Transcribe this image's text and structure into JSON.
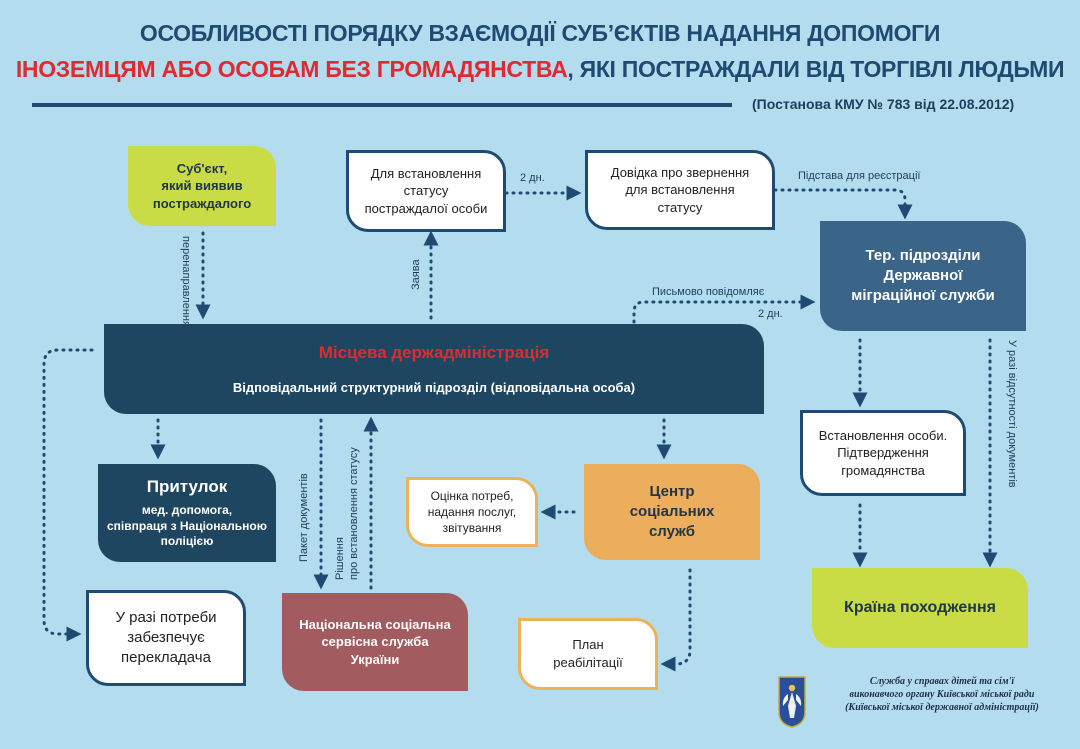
{
  "header": {
    "title_line1": "ОСОБЛИВОСТІ ПОРЯДКУ  ВЗАЄМОДІЇ СУБ’ЄКТІВ НАДАННЯ ДОПОМОГИ",
    "title_line2_red": "ІНОЗЕМЦЯМ АБО ОСОБАМ БЕЗ ГРОМАДЯНСТВА",
    "title_line2_rest": ", ЯКІ ПОСТРАЖДАЛИ ВІД ТОРГІВЛІ ЛЮДЬМИ",
    "decree": "(Постанова  КМУ  № 783 від 22.08.2012)"
  },
  "nodes": {
    "subject": [
      "Суб'єкт,",
      "який виявив",
      "постраждалого"
    ],
    "status_setup": [
      "Для встановлення",
      "статусу",
      "постраждалої особи"
    ],
    "appeal_certificate": [
      "Довідка про звернення",
      "для встановлення",
      "статусу"
    ],
    "migration": [
      "Тер. підрозділи",
      "Державної",
      "міграційної служби"
    ],
    "admin_title": "Місцева держадміністрація",
    "admin_subtitle": "Відповідальний структурний підрозділ (відповідальна особа)",
    "shelter_title": "Притулок",
    "shelter_details": [
      "мед. допомога,",
      "співпраця з Національною",
      "поліцією"
    ],
    "translator": [
      "У разі потреби",
      "забезпечує",
      "перекладача"
    ],
    "social_service": [
      "Національна соціальна",
      "сервісна служба",
      "України"
    ],
    "needs_assessment": [
      "Оцінка потреб,",
      "надання послуг,",
      "звітування"
    ],
    "social_center": [
      "Центр",
      "соціальних",
      "служб"
    ],
    "rehab_plan": [
      "План",
      "реабілітації"
    ],
    "identification": [
      "Встановлення особи.",
      "Підтвердження",
      "громадянства"
    ],
    "country": "Країна походження"
  },
  "labels": {
    "redirect": "перенаправлення",
    "application": "Заява",
    "two_days_top": "2 дн.",
    "registration_basis": "Підстава для  реєстрації",
    "written_notice": "Письмово повідомляє",
    "two_days_notice": "2 дн.",
    "docs_package": "Пакет документів",
    "status_decision_1": "Рішення",
    "status_decision_2": "про встановлення статусу",
    "no_documents": "У разі відсутності документів"
  },
  "footer": {
    "org": [
      "Служба у справах дітей та сім'ї",
      "виконавчого органу Київської міської ради",
      "(Київської міської державної адміністрації)"
    ],
    "emblem": "kyiv-coat-of-arms-icon"
  },
  "colors": {
    "background": "#b3ddef",
    "navy": "#1f4660",
    "steel": "#3a6488",
    "lime": "#c9dc46",
    "orange": "#ecad5c",
    "maroon": "#a25b5e",
    "red_accent": "#e02a32"
  }
}
